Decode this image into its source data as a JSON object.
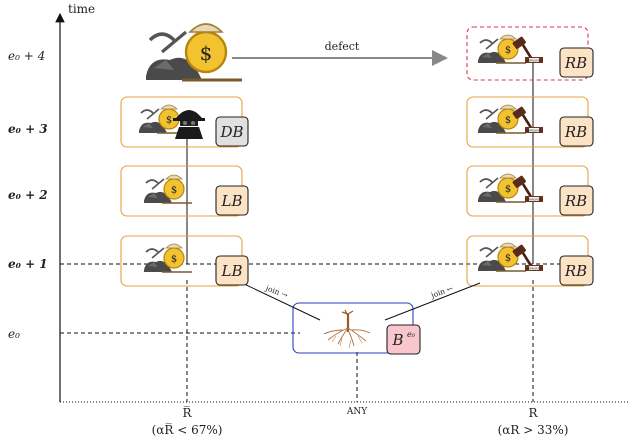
{
  "axis": {
    "y_title": "time",
    "y_ticks": [
      "e₀",
      "e₀ + 1",
      "e₀ + 2",
      "e₀ + 3",
      "e₀ + 4"
    ],
    "bold_ticks": [
      false,
      true,
      true,
      true,
      false
    ],
    "x_ticks": [
      {
        "label": "R̅",
        "sub": "(αR̅ < 67%)"
      },
      {
        "label": "ANY",
        "sub": ""
      },
      {
        "label": "R",
        "sub": "(αR > 33%)"
      }
    ]
  },
  "arrows": {
    "defect": "defect",
    "join_left": "join →",
    "join_right": "join ←"
  },
  "badges": {
    "genesis": "B",
    "genesis_sup": "e₀",
    "left": [
      "𝓛𝓑",
      "𝓛𝓑",
      "𝓓𝓑"
    ],
    "right": [
      "𝓡𝓑",
      "𝓡𝓑",
      "𝓡𝓑",
      "𝓡𝓑"
    ],
    "left_labels": [
      "LB",
      "LB",
      "DB"
    ],
    "right_labels": [
      "RB",
      "RB",
      "RB",
      "RB"
    ]
  },
  "colors": {
    "orange": "#e8a040",
    "blue": "#2a3fc4",
    "red_dashed": "#e0324a",
    "badge_fill": "#fde3c6",
    "badge_gray": "#e0e0e0",
    "badge_pink": "#f8c6cc"
  },
  "icons": [
    "coin-miner-icon",
    "spy-icon",
    "gavel-icon",
    "tree-roots-icon",
    "rock-icon"
  ]
}
